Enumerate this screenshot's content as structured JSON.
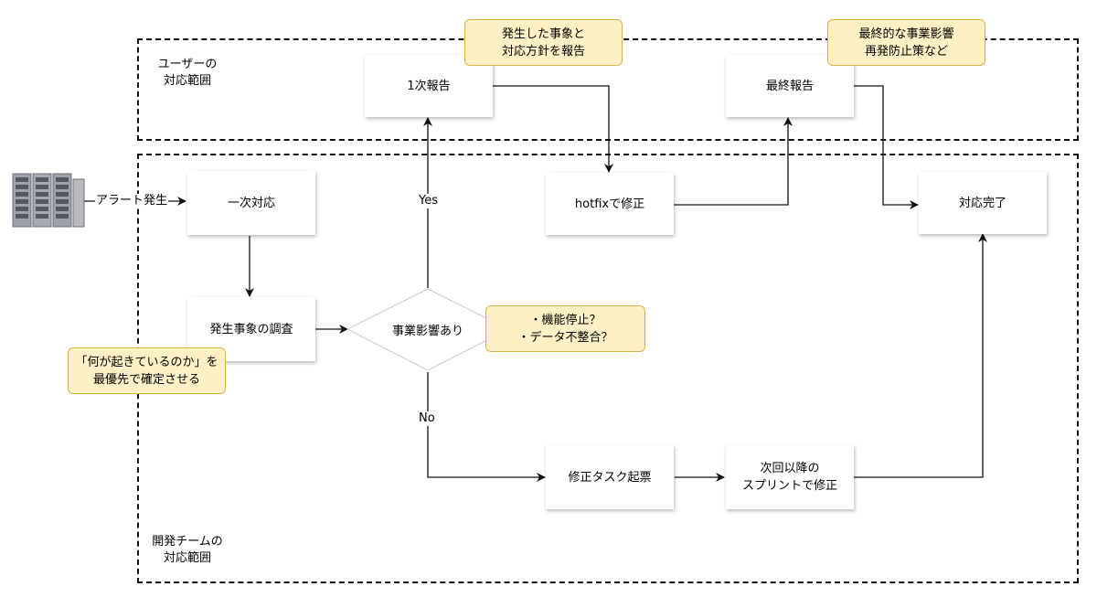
{
  "regions": {
    "user": {
      "label": "ユーザーの\n対応範囲"
    },
    "dev": {
      "label": "開発チームの\n対応範囲"
    }
  },
  "nodes": {
    "first_report": "1次報告",
    "final_report": "最終報告",
    "hotfix": "hotfixで修正",
    "first_response": "一次対応",
    "complete": "対応完了",
    "investigation": "発生事象の調査",
    "decision": "事業影響あり",
    "task": "修正タスク起票",
    "next_sprint": "次回以降の\nスプリントで修正"
  },
  "notes": {
    "report_content": "発生した事象と\n対応方針を報告",
    "final_content": "最終的な事業影響\n再発防止策など",
    "impact_examples": "・機能停止？\n・データ不整合？",
    "priority": "「何が起きているのか」を\n最優先で確定させる"
  },
  "edge_labels": {
    "alert": "アラート発生",
    "yes": "Yes",
    "no": "No"
  },
  "icons": {
    "server": "server-rack-icon"
  },
  "colors": {
    "note_fill": "#fdf0c4",
    "note_border": "#d9b24a",
    "line": "#111111"
  }
}
